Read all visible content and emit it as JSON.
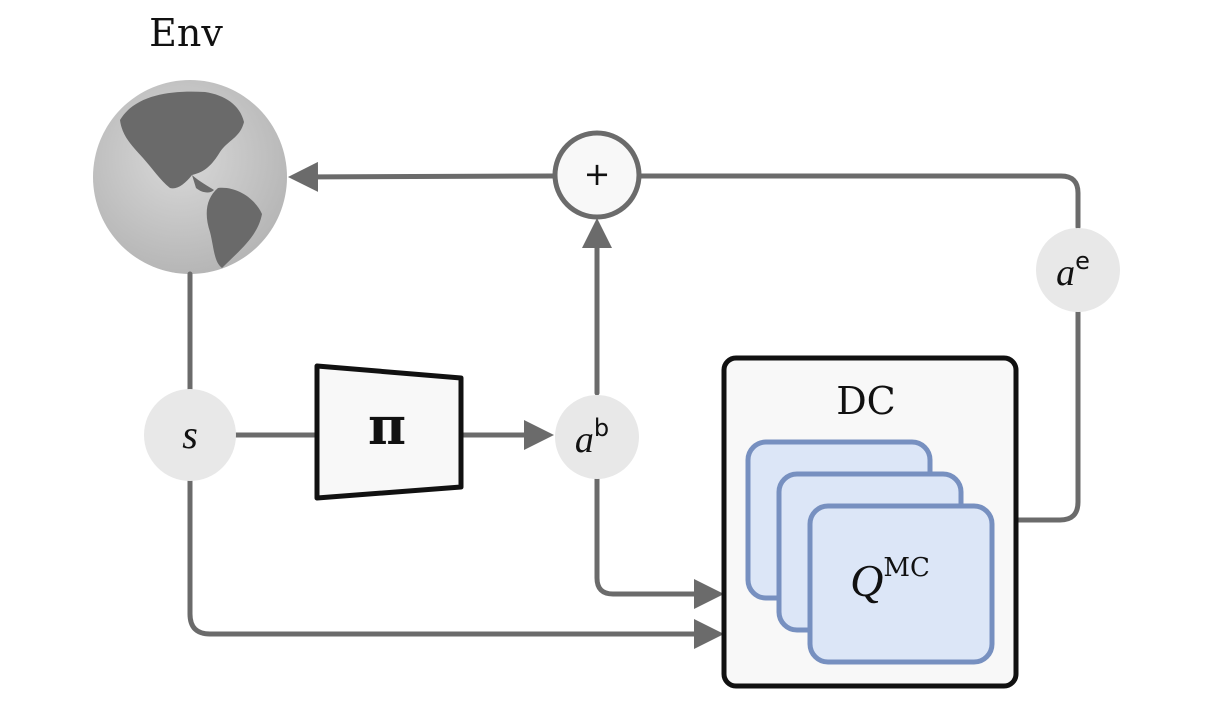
{
  "env": {
    "label": "Env"
  },
  "nodes": {
    "state": "s",
    "policy": "π",
    "action_base": {
      "main": "a",
      "sup": "b"
    },
    "action_extra": {
      "main": "a",
      "sup": "e"
    },
    "sum": "+"
  },
  "dc": {
    "label": "DC",
    "q": {
      "main": "Q",
      "sup": "MC"
    }
  },
  "colors": {
    "line": "#6b6b6b",
    "node_fill": "#e8e8e8",
    "box_fill": "#f8f8f8",
    "stroke_dark": "#111111",
    "q_fill": "#dce6f7",
    "q_stroke": "#7790c0",
    "globe_land": "#6a6a6a",
    "globe_sea": "#c9c9c9"
  }
}
